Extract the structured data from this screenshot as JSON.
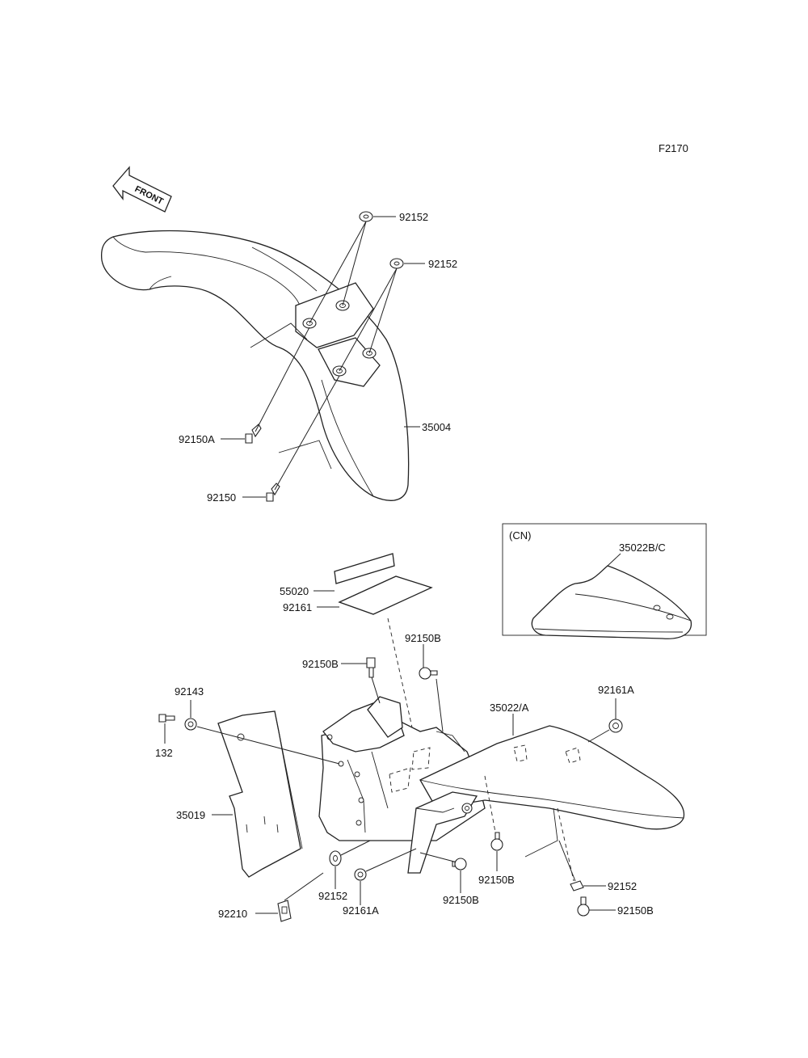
{
  "figure_code": "F2170",
  "front_label": "FRONT",
  "inset_label": "(CN)",
  "callouts": {
    "c92152_a": "92152",
    "c92152_b": "92152",
    "c92150A": "92150A",
    "c92150": "92150",
    "c35004": "35004",
    "c35022BC": "35022B/C",
    "c55020": "55020",
    "c92161": "92161",
    "c92150B_a": "92150B",
    "c92150B_b": "92150B",
    "c92143": "92143",
    "c132": "132",
    "c35022A": "35022/A",
    "c92161A_a": "92161A",
    "c35019": "35019",
    "c92152_c": "92152",
    "c92161A_b": "92161A",
    "c92150B_c": "92150B",
    "c92150B_d": "92150B",
    "c92152_d": "92152",
    "c92210": "92210",
    "c92150B_e": "92150B"
  }
}
